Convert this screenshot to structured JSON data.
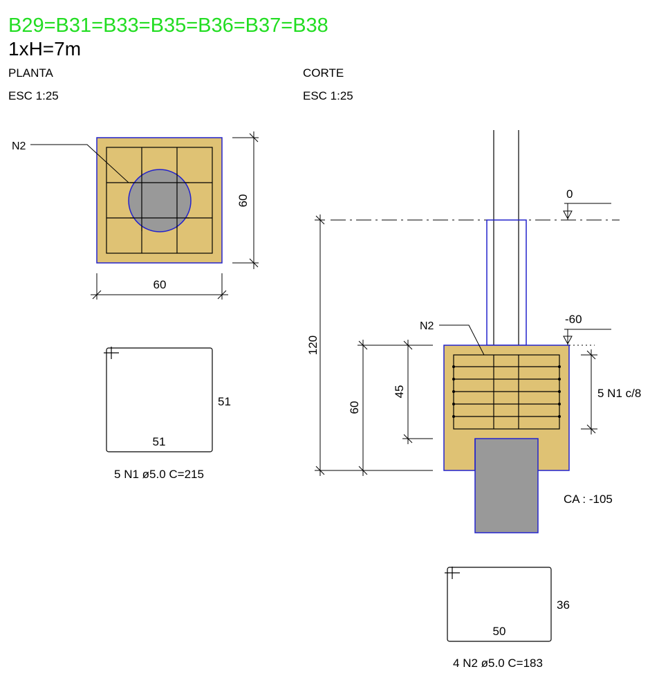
{
  "header": {
    "title": "B29=B31=B33=B35=B36=B37=B38",
    "subtitle": "1xH=7m",
    "title_color": "#22dd22"
  },
  "planta": {
    "label": "PLANTA",
    "scale": "ESC 1:25",
    "callout": "N2",
    "dim_width": "60",
    "dim_height": "60"
  },
  "corte": {
    "label": "CORTE",
    "scale": "ESC 1:25",
    "level_top": "0",
    "level_block": "-60",
    "callout": "N2",
    "dim_total": "120",
    "dim_block": "60",
    "dim_rebar": "45",
    "stirrup_note": "5 N1 c/8",
    "ca_note": "CA : -105"
  },
  "bar_n1": {
    "dim_side": "51",
    "dim_bottom": "51",
    "caption": "5 N1 ø5.0 C=215"
  },
  "bar_n2": {
    "dim_side": "36",
    "dim_bottom": "50",
    "caption": "4 N2 ø5.0 C=183"
  },
  "colors": {
    "concrete": "#dfc274",
    "pile": "#999999",
    "outline": "#2222cc",
    "line": "#000000"
  }
}
